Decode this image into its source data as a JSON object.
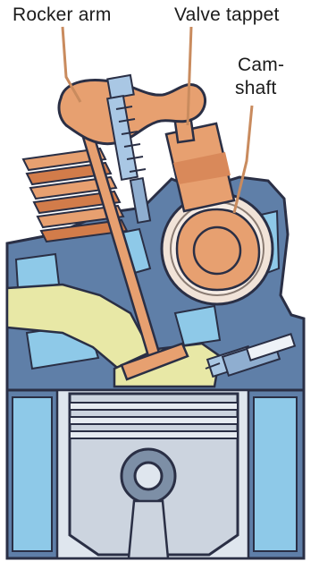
{
  "labels": {
    "rocker_arm": "Rocker arm",
    "valve_tappet": "Valve tappet",
    "camshaft_line1": "Cam-",
    "camshaft_line2": "shaft"
  },
  "colors": {
    "outline": "#2a2f45",
    "cylinder_head": "#5f7fa8",
    "coolant": "#8ec9e8",
    "copper": "#e7a070",
    "copper_dark": "#c6703c",
    "intake_port": "#e8e8a6",
    "piston": "#ccd4df",
    "piston_dark": "#7d8fa6",
    "leader": "#c98b5e"
  }
}
